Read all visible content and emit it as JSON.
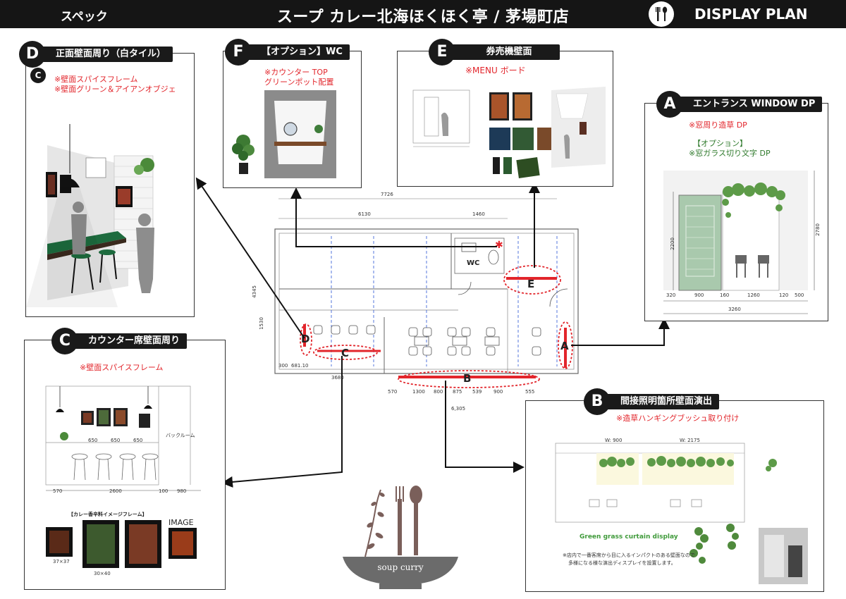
{
  "header": {
    "left_label": "スペック",
    "title": "スープ カレー北海ほくほく亭 / 茅場町店",
    "right_label": "DISPLAY PLAN",
    "logo_icon": "fork-spoon-icon"
  },
  "panels": {
    "D": {
      "letter": "D",
      "title": "正面壁面周り（白タイル）",
      "sub_letter": "C",
      "notes": [
        "※壁面スパイスフレーム",
        "※壁面グリーン＆アイアンオブジェ"
      ]
    },
    "F": {
      "letter": "F",
      "title": "【オプション】WC",
      "notes": [
        "※カウンター TOP",
        "グリーンポット配置"
      ]
    },
    "E": {
      "letter": "E",
      "title": "券売機壁面",
      "notes": [
        "※MENU ボード"
      ]
    },
    "A": {
      "letter": "A",
      "title": "エントランス WINDOW DP",
      "note_red": "※窓周り造草 DP",
      "note_green_1": "【オプション】",
      "note_green_2": "※窓ガラス切り文字 DP",
      "dims": [
        "320",
        "900",
        "160",
        "1260",
        "120",
        "500",
        "3260",
        "2200",
        "2780"
      ]
    },
    "C": {
      "letter": "C",
      "title": "カウンター席壁面周り",
      "notes": [
        "※壁面スパイスフレーム"
      ],
      "backroom": "バックルーム",
      "dims": [
        "570",
        "2600",
        "100",
        "980",
        "650",
        "650",
        "650"
      ],
      "frame_caption": "【カレー香辛料イメージフレーム】",
      "image_label": "IMAGE",
      "size_1": "37×37",
      "size_2": "30×40"
    },
    "B": {
      "letter": "B",
      "title": "間接照明箇所壁面演出",
      "notes": [
        "※造草ハンギングブッシュ取り付け"
      ],
      "w1": "W: 900",
      "w2": "W: 2175",
      "en_caption": "Green grass curtain display",
      "jp_caption_1": "※店内で一番客席から目に入るインパクトのある壁面なので",
      "jp_caption_2": "多様になる様な演出ディスプレイを設置します。"
    }
  },
  "plan": {
    "wc_label": "WC",
    "markers": [
      "E",
      "A",
      "D",
      "C",
      "B"
    ],
    "dims_top": [
      "7726",
      "6130",
      "1460"
    ],
    "dims_bottom": [
      "300",
      "681.10",
      "3680",
      "570",
      "1300",
      "800",
      "875",
      "539",
      "900",
      "555",
      "6,305"
    ],
    "dims_left": [
      "4345",
      "1530"
    ]
  },
  "logo": {
    "caption": "soup curry"
  },
  "colors": {
    "accent_red": "#e2252b",
    "panel_dark": "#1a1a1a",
    "green_text": "#2f7a2c",
    "plan_blue": "#2a55d6"
  }
}
